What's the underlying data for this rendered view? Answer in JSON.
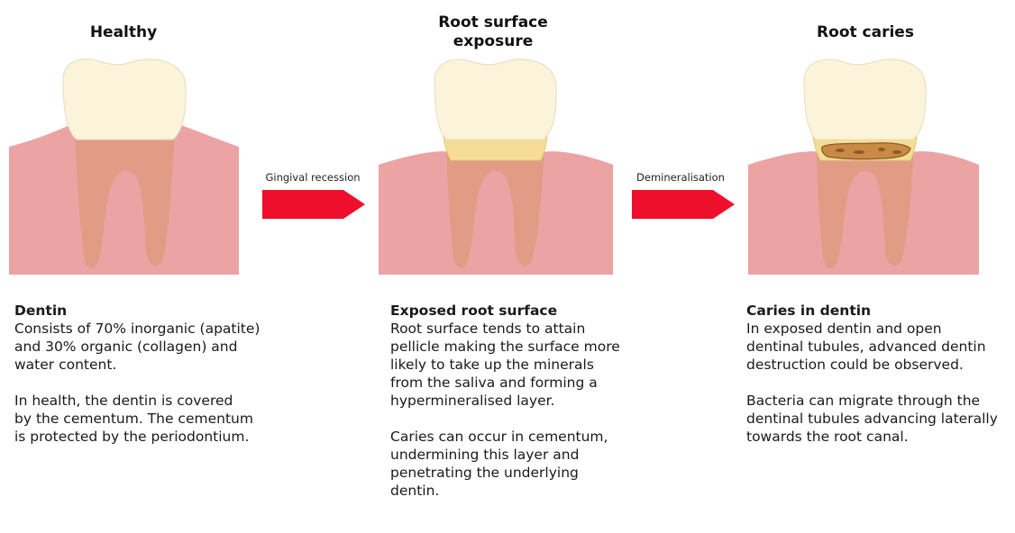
{
  "stages": [
    {
      "title": "Healthy"
    },
    {
      "title": "Root surface\nexposure"
    },
    {
      "title": "Root caries"
    }
  ],
  "transitions": [
    {
      "label": "Gingival recession"
    },
    {
      "label": "Demineralisation"
    }
  ],
  "descriptions": [
    {
      "heading": "Dentin",
      "paragraphs": [
        "Consists of 70% inorganic (apatite)\nand 30% organic (collagen) and\nwater content.",
        "In health, the dentin is covered\nby the cementum. The cementum\nis protected by the periodontium."
      ]
    },
    {
      "heading": "Exposed root surface",
      "paragraphs": [
        "Root surface tends to attain\npellicle making the surface more\nlikely to take up the minerals\nfrom the saliva and forming a\nhypermineralised layer.",
        "Caries can occur in cementum,\nundermining this layer and\npenetrating the underlying\ndentin."
      ]
    },
    {
      "heading": "Caries in dentin",
      "paragraphs": [
        "In exposed dentin and open\ndentinal tubules, advanced dentin\ndestruction could be observed.",
        "Bacteria can migrate through the\ndentinal tubules advancing laterally\ntowards the root canal."
      ]
    }
  ],
  "colors": {
    "gum": "#eba3a3",
    "gum_edge": "#e79797",
    "root": "#e09a80",
    "crown": "#fbf3da",
    "crown_edge": "#e6dcbf",
    "exposed_root": "#f5dd97",
    "caries": "#c98a44",
    "arrow": "#ee0f2d"
  }
}
